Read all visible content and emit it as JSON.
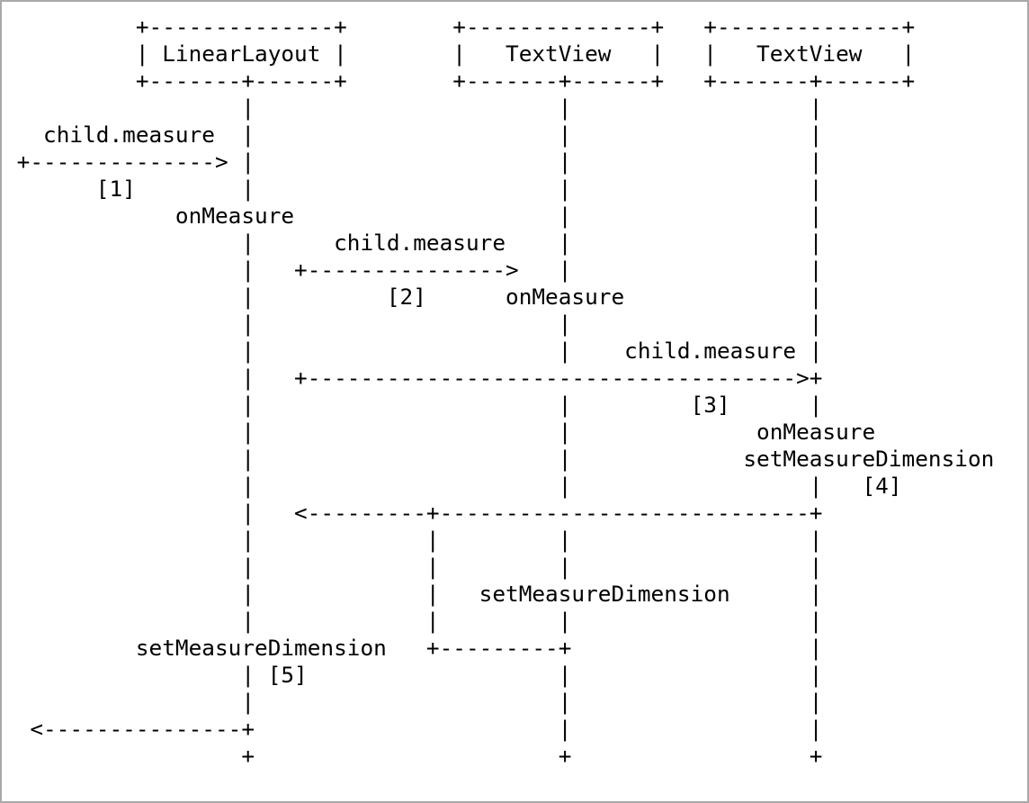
{
  "colors": {
    "background": "#ffffff",
    "frame_border": "#a9a9a9",
    "text": "#000000"
  },
  "diagram": {
    "kind": "ascii-sequence-diagram",
    "participants": [
      "LinearLayout",
      "TextView",
      "TextView"
    ],
    "message_labels": [
      {
        "label": "child.measure",
        "number": "[1]"
      },
      {
        "label": "onMeasure"
      },
      {
        "label": "child.measure",
        "number": "[2]"
      },
      {
        "label": "onMeasure"
      },
      {
        "label": "child.measure",
        "number": "[3]"
      },
      {
        "label": "onMeasure"
      },
      {
        "label": "setMeasureDimension",
        "number": "[4]"
      },
      {
        "label": "setMeasureDimension"
      },
      {
        "label": "setMeasureDimension",
        "number": "[5]"
      }
    ],
    "ascii_lines": [
      "          +--------------+        +--------------+   +--------------+",
      "          | LinearLayout |        |   TextView   |   |   TextView   |",
      "          +-------+------+        +-------+------+   +-------+------+",
      "                  |                       |                  |",
      "   child.measure  |                       |                  |",
      " +--------------> |                       |                  |",
      "       [1]        |                       |                  |",
      "             onMeasure                    |                  |",
      "                  |      child.measure    |                  |",
      "                  |   +--------------->   |                  |",
      "                  |          [2]      onMeasure              |",
      "                  |                       |                  |",
      "                  |                       |    child.measure |",
      "                  |   +------------------------------------->+",
      "                  |                       |         [3]      |",
      "                  |                       |              onMeasure",
      "                  |                       |             setMeasureDimension",
      "                  |                       |                  |   [4]",
      "                  |   <---------+----------------------------+",
      "                  |             |         |                  |",
      "                  |             |         |                  |",
      "                  |             |   setMeasureDimension      |",
      "                  |             |         |                  |",
      "          setMeasureDimension   +---------+                  |",
      "                  | [5]                   |                  |",
      "                  |                       |                  |",
      "  <---------------+                       |                  |",
      "                  +                       +                  +"
    ]
  }
}
